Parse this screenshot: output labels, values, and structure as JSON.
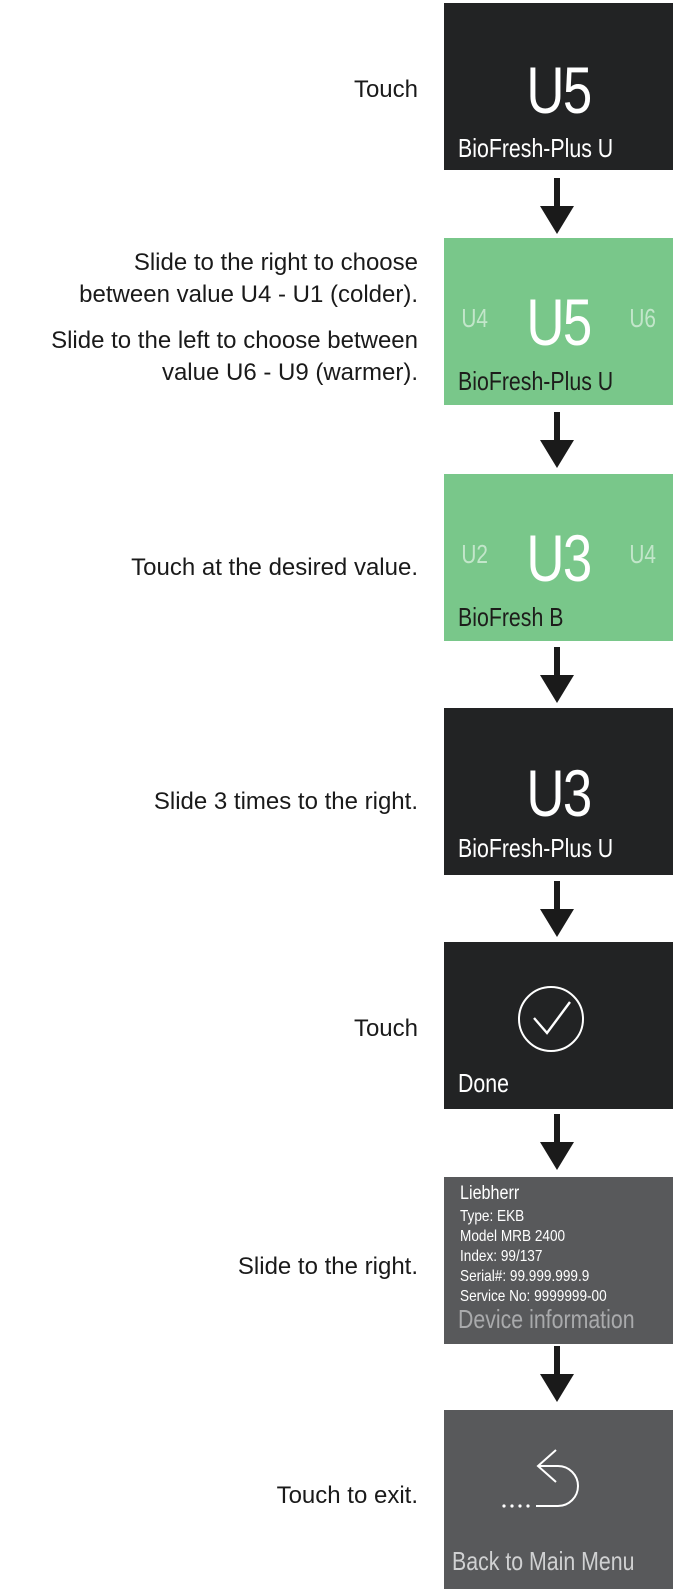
{
  "steps": [
    {
      "instruction": [
        "Touch"
      ],
      "display": {
        "value": "U5",
        "label": "BioFresh-Plus U"
      }
    },
    {
      "instruction": [
        "Slide to the right to choose",
        "between value U4 - U1 (colder).",
        "Slide to the left to choose between",
        "value U6 - U9 (warmer)."
      ],
      "display": {
        "left": "U4",
        "value": "U5",
        "right": "U6",
        "label": "BioFresh-Plus U"
      }
    },
    {
      "instruction": [
        "Touch at the desired value."
      ],
      "display": {
        "left": "U2",
        "value": "U3",
        "right": "U4",
        "label": "BioFresh B"
      }
    },
    {
      "instruction": [
        "Slide 3 times to the right."
      ],
      "display": {
        "value": "U3",
        "label": "BioFresh-Plus U"
      }
    },
    {
      "instruction": [
        "Touch"
      ],
      "display": {
        "icon": "checkmark-circle-icon",
        "label": "Done"
      }
    },
    {
      "instruction": [
        "Slide to the right."
      ],
      "display": {
        "lines": [
          "Liebherr",
          "Type: EKB",
          "Model MRB 2400",
          "Index: 99/137",
          "Serial#: 99.999.999.9",
          "Service No: 9999999-00"
        ],
        "label": "Device information"
      }
    },
    {
      "instruction": [
        "Touch to exit."
      ],
      "display": {
        "icon": "back-arrow-icon",
        "label": "Back to Main Menu"
      }
    }
  ],
  "colors": {
    "dark_panel": "#222324",
    "green_panel": "#79c78a",
    "grey_panel": "#58595b",
    "arrow": "#1a1a1a"
  }
}
